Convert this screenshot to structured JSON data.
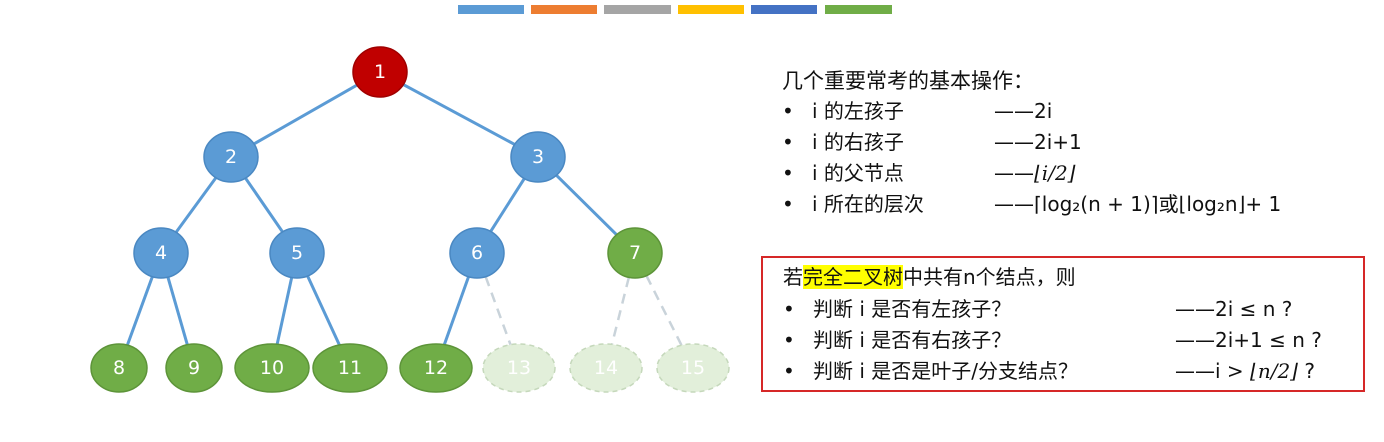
{
  "legend_colors": [
    "#5b9bd5",
    "#ed7d31",
    "#a5a5a5",
    "#ffc000",
    "#4472c4",
    "#70ad47"
  ],
  "colors": {
    "root": "#c00000",
    "internal": "#5b9bd5",
    "leaf": "#70ad47",
    "ghost": "#e2efda",
    "edge": "#5b9bd5",
    "ghost_edge": "#c9d3da"
  },
  "tree": {
    "nodes": [
      {
        "id": "1",
        "kind": "root"
      },
      {
        "id": "2",
        "kind": "internal"
      },
      {
        "id": "3",
        "kind": "internal"
      },
      {
        "id": "4",
        "kind": "internal"
      },
      {
        "id": "5",
        "kind": "internal"
      },
      {
        "id": "6",
        "kind": "internal"
      },
      {
        "id": "7",
        "kind": "leaf"
      },
      {
        "id": "8",
        "kind": "leaf"
      },
      {
        "id": "9",
        "kind": "leaf"
      },
      {
        "id": "10",
        "kind": "leaf"
      },
      {
        "id": "11",
        "kind": "leaf"
      },
      {
        "id": "12",
        "kind": "leaf"
      },
      {
        "id": "13",
        "kind": "ghost"
      },
      {
        "id": "14",
        "kind": "ghost"
      },
      {
        "id": "15",
        "kind": "ghost"
      }
    ],
    "edges": [
      {
        "from": "1",
        "to": "2"
      },
      {
        "from": "1",
        "to": "3"
      },
      {
        "from": "2",
        "to": "4"
      },
      {
        "from": "2",
        "to": "5"
      },
      {
        "from": "3",
        "to": "6"
      },
      {
        "from": "3",
        "to": "7"
      },
      {
        "from": "4",
        "to": "8"
      },
      {
        "from": "4",
        "to": "9"
      },
      {
        "from": "5",
        "to": "10"
      },
      {
        "from": "5",
        "to": "11"
      },
      {
        "from": "6",
        "to": "12"
      },
      {
        "from": "6",
        "to": "13",
        "dashed": true
      },
      {
        "from": "7",
        "to": "14",
        "dashed": true
      },
      {
        "from": "7",
        "to": "15",
        "dashed": true
      }
    ]
  },
  "ops": {
    "title": "几个重要常考的基本操作：",
    "bullet": "•",
    "items": [
      {
        "label": "i 的左孩子",
        "value": "——2i"
      },
      {
        "label": "i 的右孩子",
        "value": "——2i+1"
      },
      {
        "label": "i 的父节点",
        "value_prefix": "——",
        "value_math": "⌊i/2⌋"
      },
      {
        "label": "i 所在的层次",
        "value": "——⌈log₂(n + 1)⌉或⌊log₂n⌋+ 1"
      }
    ]
  },
  "conditions": {
    "title_prefix": "若",
    "title_highlight": "完全二叉树",
    "title_suffix": "中共有n个结点，则",
    "items": [
      {
        "label": "判断 i 是否有左孩子？",
        "value": "——2i ≤ n ?"
      },
      {
        "label": "判断 i 是否有右孩子？",
        "value": "——2i+1 ≤ n ?"
      },
      {
        "label": "判断 i 是否是叶子/分支结点？",
        "value_prefix": "——i > ",
        "value_math": "⌊n/2⌋",
        "value_suffix": " ?"
      }
    ]
  }
}
